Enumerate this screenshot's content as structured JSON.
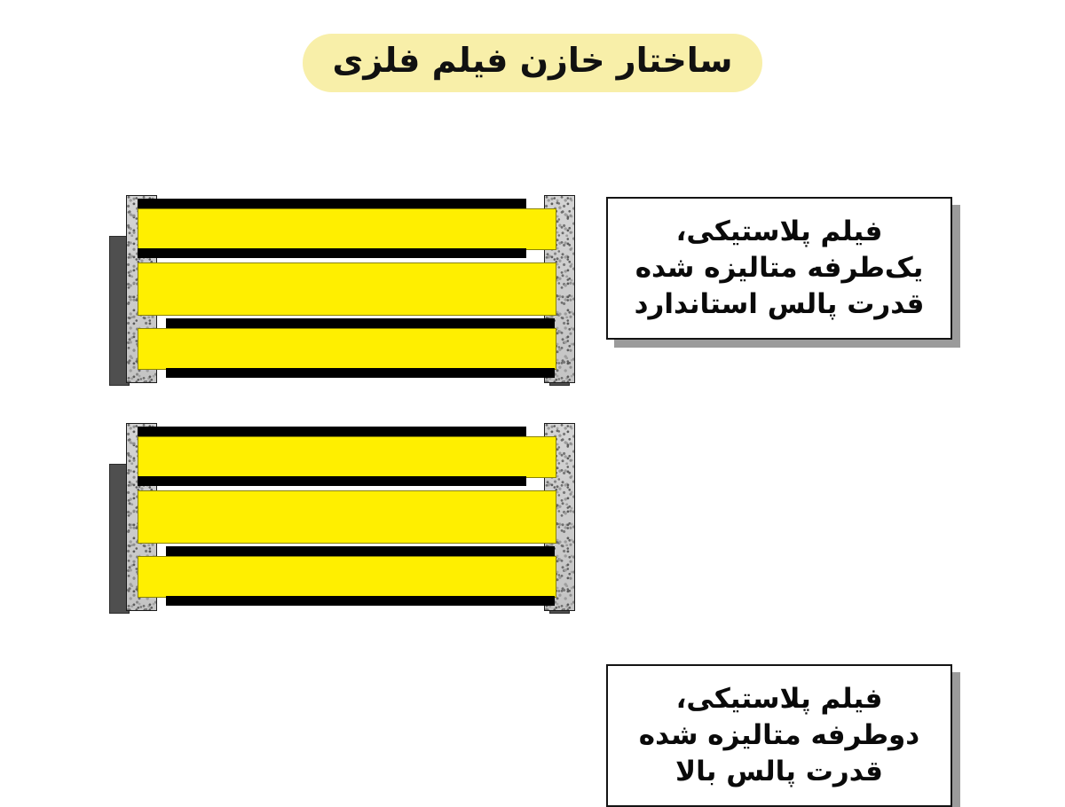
{
  "page": {
    "title": "ساختار خازن فیلم فلزی",
    "background_color": "#ffffff",
    "title_pill_color": "#f8efa9",
    "panel_color": "#ffffff"
  },
  "colors": {
    "film_yellow": "#ffef00",
    "metallization_black": "#000000",
    "end_spray_gray": "#c9c9c9",
    "lead_gray": "#4f4f4f",
    "callout_shadow": "#9b9b9b",
    "callout_border": "#141414"
  },
  "diagrams": [
    {
      "id": "single-side-metallized",
      "layers": [
        {
          "name": "film-layer-1",
          "metal_top": true,
          "metal_bottom": true,
          "contact": "left"
        },
        {
          "name": "film-layer-2",
          "metal_top": false,
          "metal_bottom": false,
          "contact": "none"
        },
        {
          "name": "film-layer-3",
          "metal_top": true,
          "metal_bottom": true,
          "contact": "right"
        }
      ],
      "callout": {
        "lines": [
          "فیلم پلاستیکی،",
          "یک‌طرفه متالیزه شده",
          "قدرت پالس استاندارد"
        ]
      }
    },
    {
      "id": "double-side-metallized",
      "layers": [
        {
          "name": "film-layer-1",
          "metal_top": true,
          "metal_bottom": true,
          "contact": "left"
        },
        {
          "name": "film-layer-2",
          "metal_top": false,
          "metal_bottom": false,
          "contact": "none"
        },
        {
          "name": "film-layer-3",
          "metal_top": true,
          "metal_bottom": true,
          "contact": "right"
        }
      ],
      "callout": {
        "lines": [
          "فیلم پلاستیکی،",
          "دوطرفه متالیزه شده",
          "قدرت پالس بالا"
        ]
      }
    }
  ],
  "parts": {
    "lead_left_label": "lead-terminal-left",
    "lead_right_label": "lead-terminal-right",
    "end_spray_left_label": "end-spray-contact-left",
    "end_spray_right_label": "end-spray-contact-right"
  }
}
